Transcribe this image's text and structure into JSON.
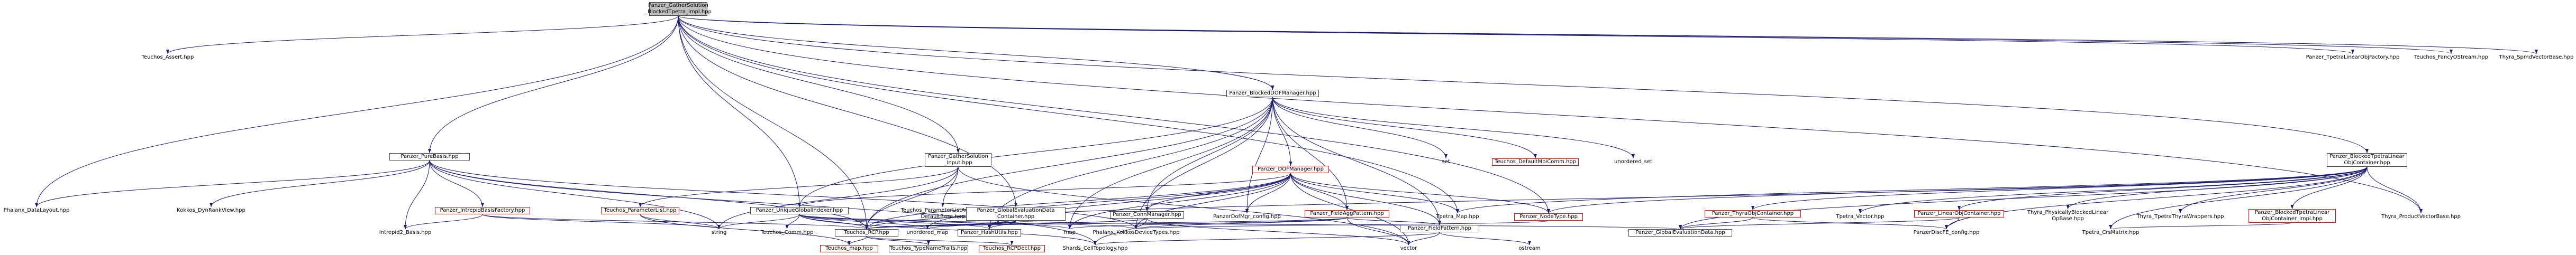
{
  "colors": {
    "edge": "#191970",
    "node_border": "#bfbfbf",
    "node_border_strong": "#404040",
    "node_border_red": "#ff0000",
    "root_fill": "#bfbfbf"
  },
  "nodes": {
    "root": {
      "lines": [
        "Panzer_GatherSolution",
        "_BlockedTpetra_impl.hpp"
      ]
    },
    "teuchos_assert": {
      "lines": [
        "Teuchos_Assert.hpp"
      ]
    },
    "tpetra_lin_obj_factory": {
      "lines": [
        "Panzer_TpetraLinearObjFactory.hpp"
      ]
    },
    "teuchos_fancy": {
      "lines": [
        "Teuchos_FancyOStream.hpp"
      ]
    },
    "thyra_spmd": {
      "lines": [
        "Thyra_SpmdVectorBase.hpp"
      ]
    },
    "blocked_dof_manager": {
      "lines": [
        "Panzer_BlockedDOFManager.hpp"
      ]
    },
    "pure_basis": {
      "lines": [
        "Panzer_PureBasis.hpp"
      ]
    },
    "gather_solution_input": {
      "lines": [
        "Panzer_GatherSolution",
        "_Input.hpp"
      ]
    },
    "blocked_tpetra_container": {
      "lines": [
        "Panzer_BlockedTpetraLinear",
        "ObjContainer.hpp"
      ]
    },
    "set": {
      "lines": [
        "set"
      ]
    },
    "default_mpi_comm": {
      "lines": [
        "Teuchos_DefaultMpiComm.hpp"
      ]
    },
    "unordered_set": {
      "lines": [
        "unordered_set"
      ]
    },
    "dof_manager": {
      "lines": [
        "Panzer_DOFManager.hpp"
      ]
    },
    "phalanx_datalayout": {
      "lines": [
        "Phalanx_DataLayout.hpp"
      ]
    },
    "kokkos_dynrankview": {
      "lines": [
        "Kokkos_DynRankView.hpp"
      ]
    },
    "intrepid_basis_factory": {
      "lines": [
        "Panzer_IntrepidBasisFactory.hpp"
      ]
    },
    "parameter_list": {
      "lines": [
        "Teuchos_ParameterList.hpp"
      ]
    },
    "paramlist_acceptor": {
      "lines": [
        "Teuchos_ParameterListAcceptor",
        "DefaultBase.hpp"
      ]
    },
    "unique_global_indexer": {
      "lines": [
        "Panzer_UniqueGlobalIndexer.hpp"
      ]
    },
    "global_eval_container": {
      "lines": [
        "Panzer_GlobalEvaluationData",
        "Container.hpp"
      ]
    },
    "conn_manager": {
      "lines": [
        "Panzer_ConnManager.hpp"
      ]
    },
    "panzer_dofmgr_config": {
      "lines": [
        "PanzerDofMgr_config.hpp"
      ]
    },
    "field_agg_pattern": {
      "lines": [
        "Panzer_FieldAggPattern.hpp"
      ]
    },
    "tpetra_map": {
      "lines": [
        "Tpetra_Map.hpp"
      ]
    },
    "node_type": {
      "lines": [
        "Panzer_NodeType.hpp"
      ]
    },
    "thyra_obj_container": {
      "lines": [
        "Panzer_ThyraObjContainer.hpp"
      ]
    },
    "tpetra_vector": {
      "lines": [
        "Tpetra_Vector.hpp"
      ]
    },
    "linear_obj_container": {
      "lines": [
        "Panzer_LinearObjContainer.hpp"
      ]
    },
    "thyra_phys_blocked": {
      "lines": [
        "Thyra_PhysicallyBlockedLinear",
        "OpBase.hpp"
      ]
    },
    "thyra_tpetra_wrappers": {
      "lines": [
        "Thyra_TpetraThyraWrappers.hpp"
      ]
    },
    "blocked_tpetra_impl": {
      "lines": [
        "Panzer_BlockedTpetraLinear",
        "ObjContainer_impl.hpp"
      ]
    },
    "thyra_product_vector": {
      "lines": [
        "Thyra_ProductVectorBase.hpp"
      ]
    },
    "string": {
      "lines": [
        "string"
      ]
    },
    "intrepid2_basis": {
      "lines": [
        "Intrepid2_Basis.hpp"
      ]
    },
    "teuchos_comm": {
      "lines": [
        "Teuchos_Comm.hpp"
      ]
    },
    "teuchos_rcp": {
      "lines": [
        "Teuchos_RCP.hpp"
      ]
    },
    "unordered_map": {
      "lines": [
        "unordered_map"
      ]
    },
    "hash_utils": {
      "lines": [
        "Panzer_HashUtils.hpp"
      ]
    },
    "map": {
      "lines": [
        "map"
      ]
    },
    "phalanx_kokkos": {
      "lines": [
        "Phalanx_KokkosDeviceTypes.hpp"
      ]
    },
    "field_pattern": {
      "lines": [
        "Panzer_FieldPattern.hpp"
      ]
    },
    "global_eval_data": {
      "lines": [
        "Panzer_GlobalEvaluationData.hpp"
      ]
    },
    "panzer_discfe_config": {
      "lines": [
        "PanzerDiscFE_config.hpp"
      ]
    },
    "tpetra_crsmatrix": {
      "lines": [
        "Tpetra_CrsMatrix.hpp"
      ]
    },
    "teuchos_rcp_map": {
      "lines": [
        "Teuchos_map.hpp"
      ]
    },
    "type_name_traits": {
      "lines": [
        "Teuchos_TypeNameTraits.hpp"
      ]
    },
    "rcp_decl": {
      "lines": [
        "Teuchos_RCPDecl.hpp"
      ]
    },
    "shards_topology": {
      "lines": [
        "Shards_CellTopology.hpp"
      ]
    },
    "vector": {
      "lines": [
        "vector"
      ]
    },
    "ostream": {
      "lines": [
        "ostream"
      ]
    }
  }
}
